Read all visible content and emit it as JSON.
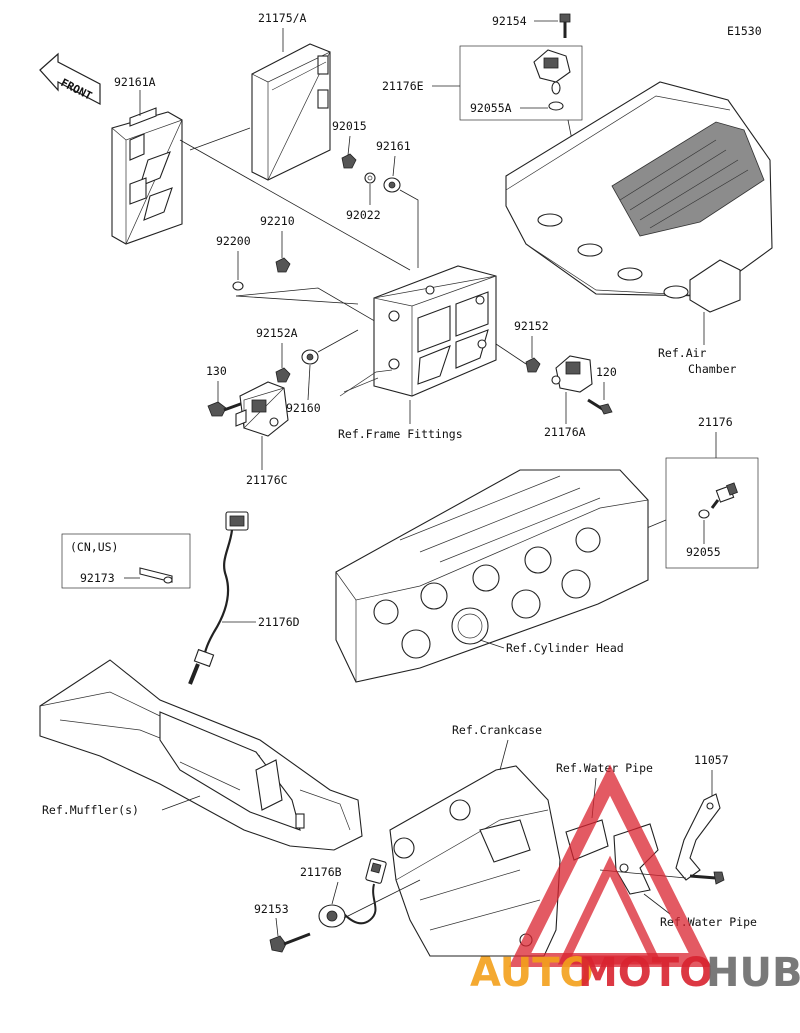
{
  "diagram": {
    "code": "E1530",
    "front_label": "FRONT",
    "parts": [
      "21175/A",
      "92154",
      "21176E",
      "92055A",
      "92161A",
      "92015",
      "92161",
      "92022",
      "92210",
      "92200",
      "92152A",
      "130",
      "92160",
      "21176C",
      "92152",
      "120",
      "21176A",
      "21176",
      "92055",
      "92173",
      "21176D",
      "11057",
      "21176B",
      "92153"
    ],
    "region_note": "(CN,US)",
    "refs": {
      "air_chamber_1": "Ref.Air",
      "air_chamber_2": "Chamber",
      "frame_fittings": "Ref.Frame Fittings",
      "cylinder_head": "Ref.Cylinder Head",
      "crankcase": "Ref.Crankcase",
      "water_pipe_top": "Ref.Water Pipe",
      "water_pipe_bottom": "Ref.Water Pipe",
      "mufflers": "Ref.Muffler(s)"
    }
  },
  "watermark": {
    "word_1": "AUTO",
    "word_2": "MOTO",
    "word_3": "HUB",
    "color_red": "#d9232f",
    "color_orange": "#f3a01b",
    "color_gray": "#6b6b6b"
  }
}
